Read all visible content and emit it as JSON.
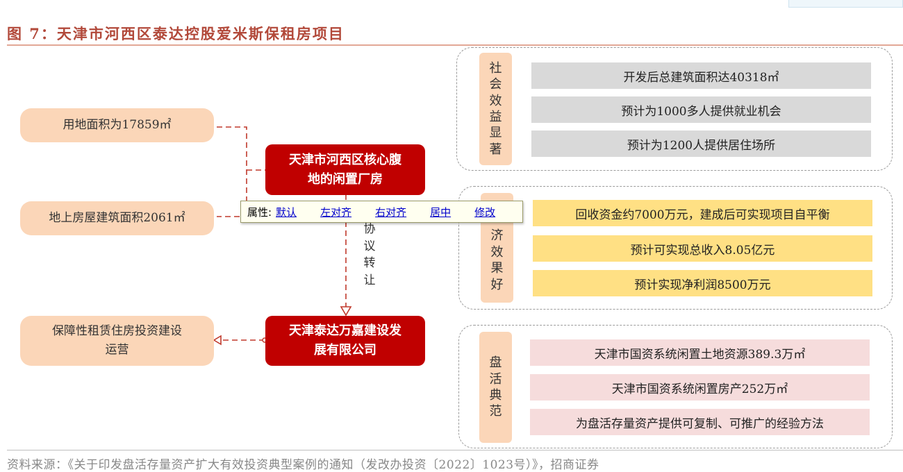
{
  "title": "图 7：天津市河西区泰达控股爱米斯保租房项目",
  "left_pills": {
    "land_area": "用地面积为17859㎡",
    "building_area": "地上房屋建筑面积2061㎡",
    "affordable_housing": [
      "保障性租赁住房投资建设",
      "运营"
    ]
  },
  "red_boxes": {
    "factory": [
      "天津市河西区核心腹",
      "地的闲置厂房"
    ],
    "company": [
      "天津泰达万嘉建设发",
      "展有限公司"
    ]
  },
  "arrow_label": [
    "协",
    "议",
    "转",
    "让"
  ],
  "toolbar": {
    "label": "属性:",
    "links": [
      "默认",
      "左对齐",
      "右对齐",
      "居中",
      "修改"
    ]
  },
  "groups": {
    "social": {
      "label": [
        "社",
        "会",
        "效",
        "益",
        "显",
        "著"
      ],
      "items": [
        "开发后总建筑面积达40318㎡",
        "预计为1000多人提供就业机会",
        "预计为1200人提供居住场所"
      ]
    },
    "economic": {
      "label": [
        "济",
        "效",
        "果",
        "好"
      ],
      "items": [
        "回收资金约7000万元，建成后可实现项目自平衡",
        "预计可实现总收入8.05亿元",
        "预计实现净利润8500万元"
      ]
    },
    "revitalize": {
      "label": [
        "盘",
        "活",
        "典",
        "范"
      ],
      "items": [
        "天津市国资系统闲置土地资源389.3万㎡",
        "天津市国资系统闲置房产252万㎡",
        "为盘活存量资产提供可复制、可推广的经验方法"
      ]
    }
  },
  "source": "资料来源：《关于印发盘活存量资产扩大有效投资典型案例的通知（发改办投资〔2022〕1023号）》，招商证券",
  "colors": {
    "title": "#b2493a",
    "red_box": "#c00000",
    "pill": "#fbd6b8",
    "gray_bar": "#d9d9d9",
    "yellow_bar": "#ffe084",
    "pink_bar": "#f6dcdc",
    "link": "#0000cc"
  }
}
